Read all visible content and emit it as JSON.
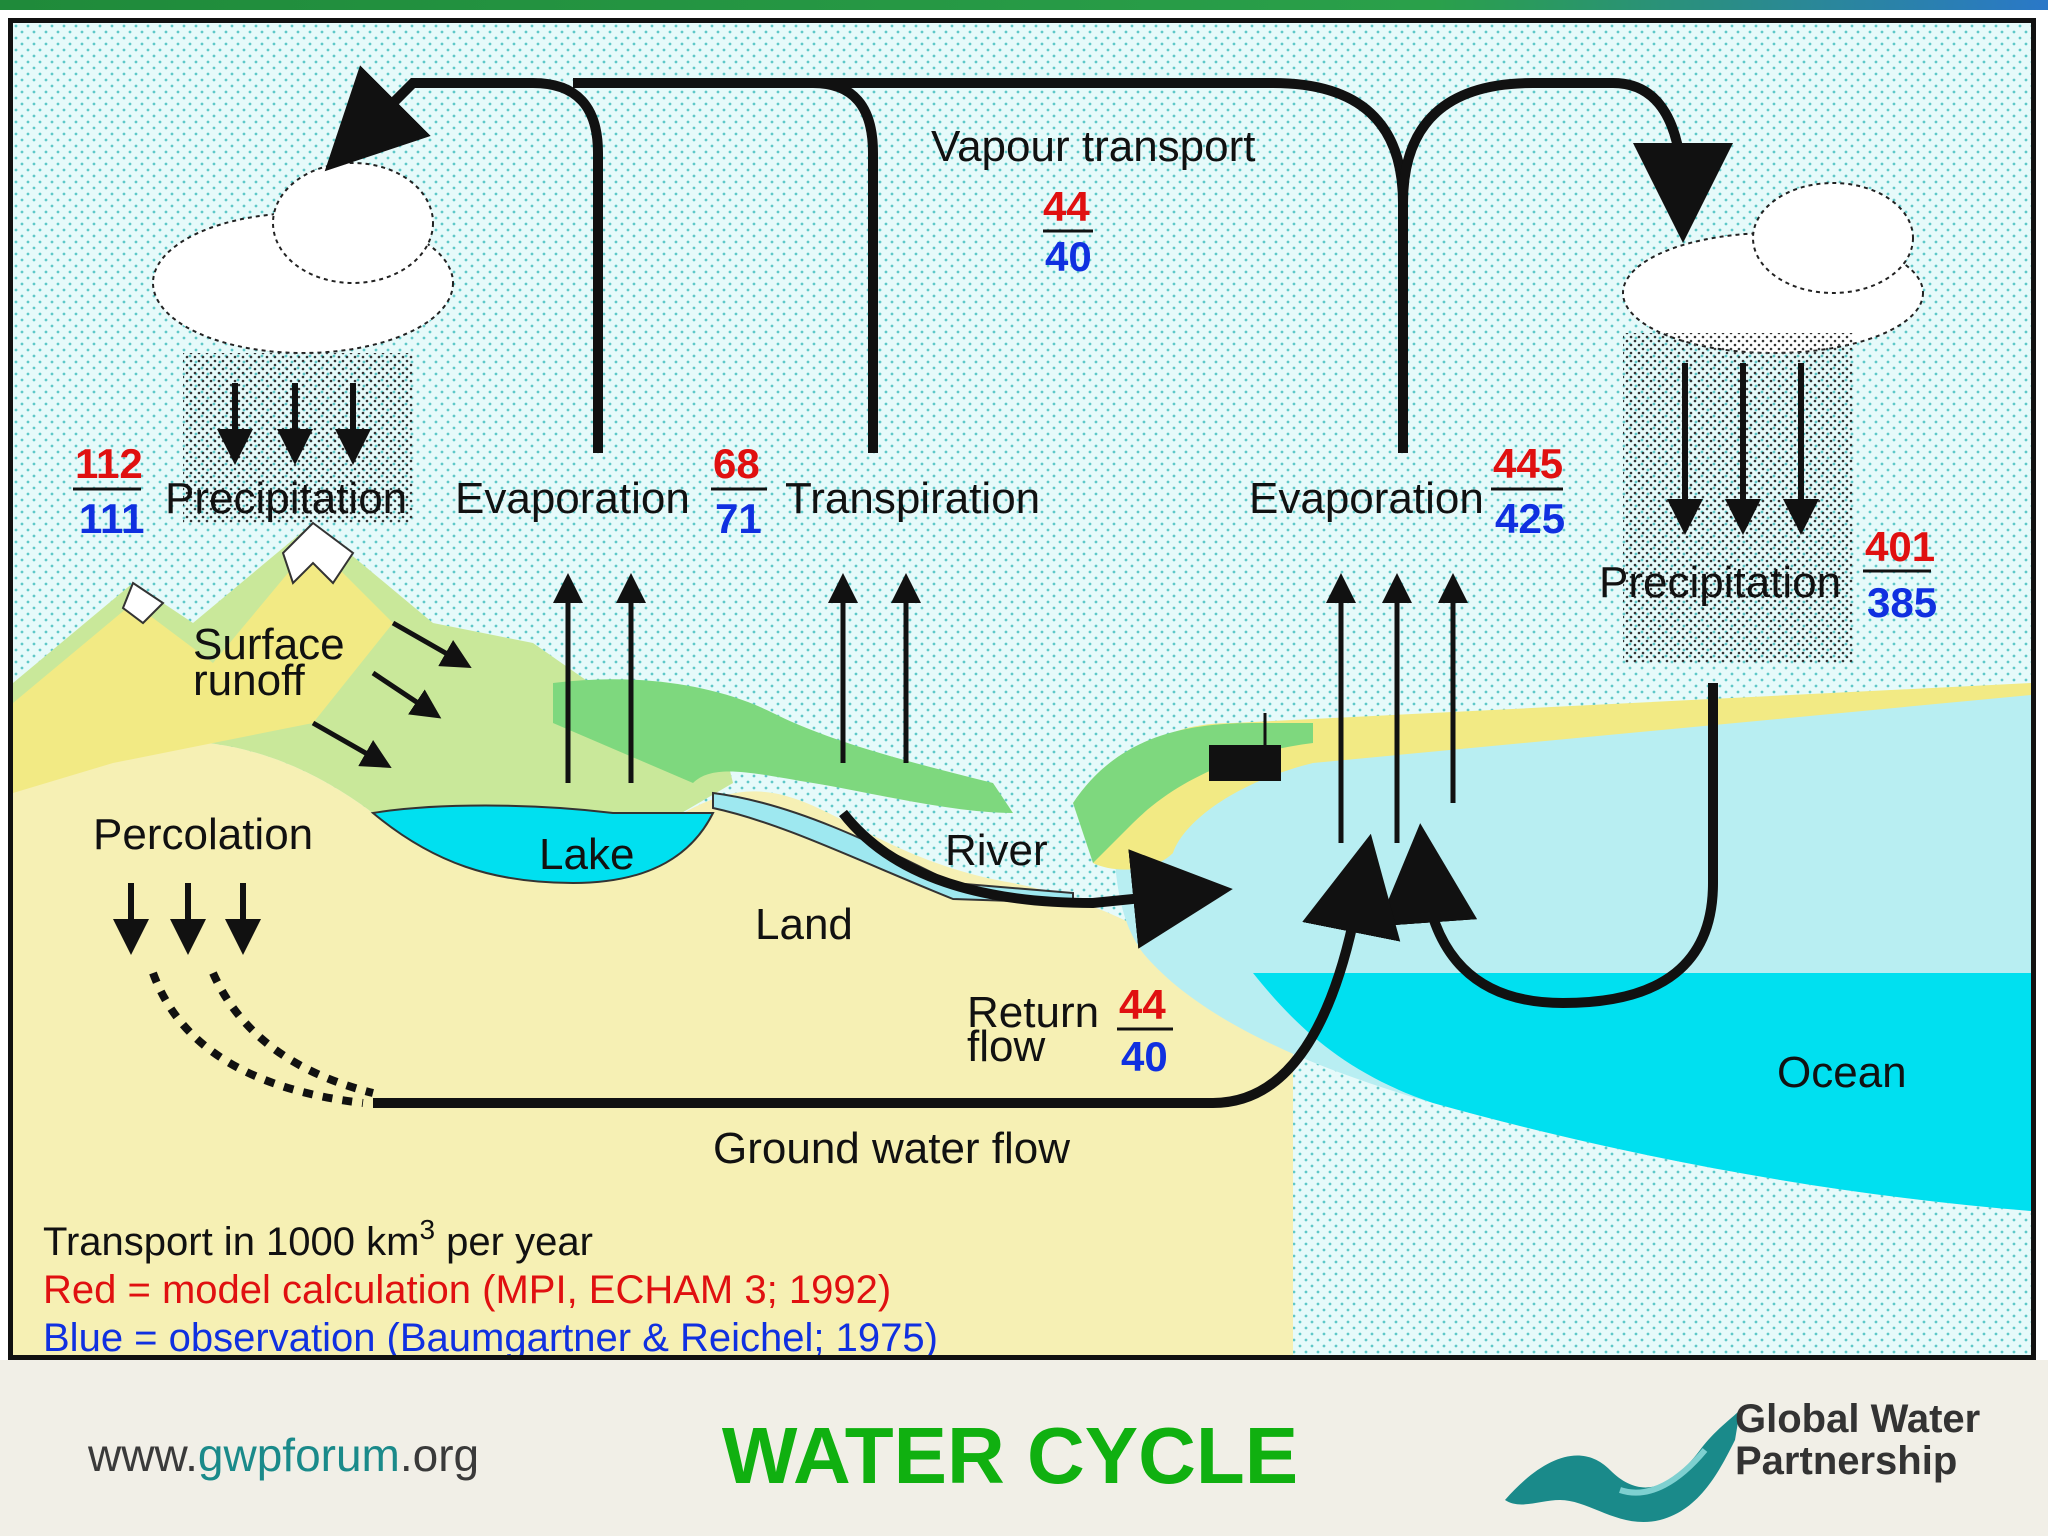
{
  "diagram": {
    "labels": {
      "vapour_transport": "Vapour transport",
      "precipitation_land": "Precipitation",
      "evaporation_land": "Evaporation",
      "transpiration": "Transpiration",
      "evaporation_ocean": "Evaporation",
      "precipitation_ocean": "Precipitation",
      "surface_runoff_1": "Surface",
      "surface_runoff_2": "runoff",
      "percolation": "Percolation",
      "lake": "Lake",
      "river": "River",
      "land": "Land",
      "return_flow_1": "Return",
      "return_flow_2": "flow",
      "ocean": "Ocean",
      "ground_water_flow": "Ground water flow"
    },
    "values": {
      "vapour_transport": {
        "model": "44",
        "observed": "40"
      },
      "precipitation_land": {
        "model": "112",
        "observed": "111"
      },
      "evapotranspiration_land": {
        "model": "68",
        "observed": "71"
      },
      "evaporation_ocean": {
        "model": "445",
        "observed": "425"
      },
      "precipitation_ocean": {
        "model": "401",
        "observed": "385"
      },
      "return_flow": {
        "model": "44",
        "observed": "40"
      }
    },
    "legend": {
      "units_prefix": "Transport in 1000 km",
      "units_sup": "3",
      "units_suffix": " per year",
      "red": "Red = model calculation (MPI, ECHAM 3; 1992)",
      "blue": "Blue = observation (Baumgartner & Reichel; 1975)"
    },
    "colors": {
      "model": "#e01010",
      "observed": "#1030e0",
      "sky": "#d8f4f4",
      "ocean": "#00e0f0",
      "land": "#f6f0b4",
      "vegetation": "#7ed87e"
    }
  },
  "footer": {
    "url_prefix": "www.",
    "url_brand": "gwpforum",
    "url_suffix": ".org",
    "title": "WATER CYCLE",
    "logo_line1": "Global Water",
    "logo_line2": "Partnership"
  },
  "top_bar": {
    "color": "#2e8b3a"
  }
}
